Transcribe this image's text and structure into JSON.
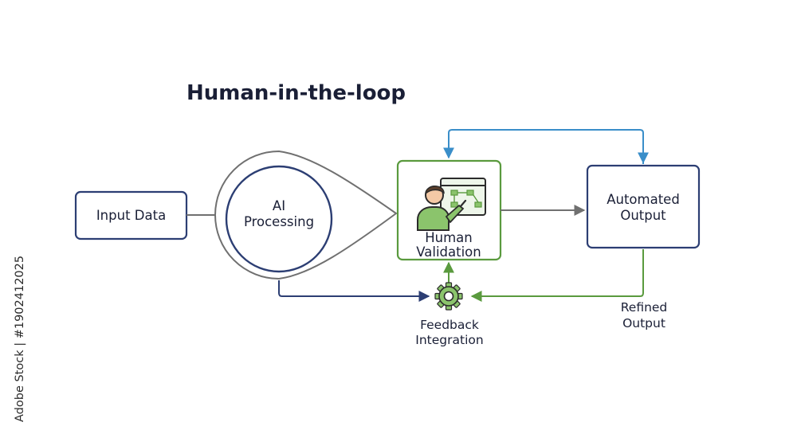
{
  "title": "Human-in-the-loop",
  "nodes": {
    "input": {
      "label": "Input Data"
    },
    "ai": {
      "label_line1": "AI",
      "label_line2": "Processing"
    },
    "human": {
      "label_line1": "Human",
      "label_line2": "Validation"
    },
    "automated": {
      "label_line1": "Automated",
      "label_line2": "Output"
    },
    "feedback": {
      "label_line1": "Feedback",
      "label_line2": "Integration"
    }
  },
  "edges": {
    "refined": {
      "label_line1": "Refined",
      "label_line2": "Output"
    }
  },
  "watermark": "Adobe Stock | #1902412025",
  "colors": {
    "navy": "#2c3e73",
    "green": "#5a9a3e",
    "blue": "#3a8ec9",
    "gray": "#707070"
  },
  "icons": {
    "human_validation": "person-pointing-at-screen-icon",
    "feedback": "gear-icon"
  }
}
